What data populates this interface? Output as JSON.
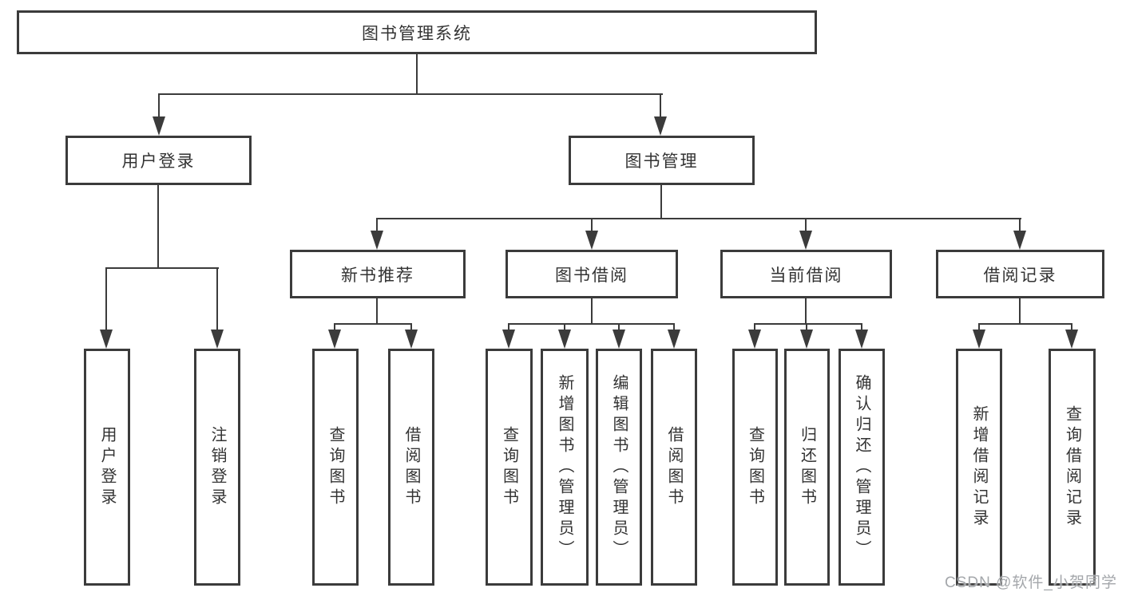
{
  "tree": {
    "root": {
      "label": "图书管理系统",
      "children": [
        {
          "label": "用户登录",
          "children": [
            {
              "label": "用户登录"
            },
            {
              "label": "注销登录"
            }
          ]
        },
        {
          "label": "图书管理",
          "children": [
            {
              "label": "新书推荐",
              "children": [
                {
                  "label": "查询图书"
                },
                {
                  "label": "借阅图书"
                }
              ]
            },
            {
              "label": "图书借阅",
              "children": [
                {
                  "label": "查询图书"
                },
                {
                  "label": "新增图书（管理员）"
                },
                {
                  "label": "编辑图书（管理员）"
                },
                {
                  "label": "借阅图书"
                }
              ]
            },
            {
              "label": "当前借阅",
              "children": [
                {
                  "label": "查询图书"
                },
                {
                  "label": "归还图书"
                },
                {
                  "label": "确认归还（管理员）"
                }
              ]
            },
            {
              "label": "借阅记录",
              "children": [
                {
                  "label": "新增借阅记录"
                },
                {
                  "label": "查询借阅记录"
                }
              ]
            }
          ]
        }
      ]
    }
  },
  "watermark": {
    "text": "CSDN @软件_小贺同学"
  },
  "colors": {
    "line": "#3b3b3b",
    "box_border": "#3b3b3b",
    "text": "#333333",
    "watermark": "#a4a7ab",
    "background": "#ffffff"
  }
}
